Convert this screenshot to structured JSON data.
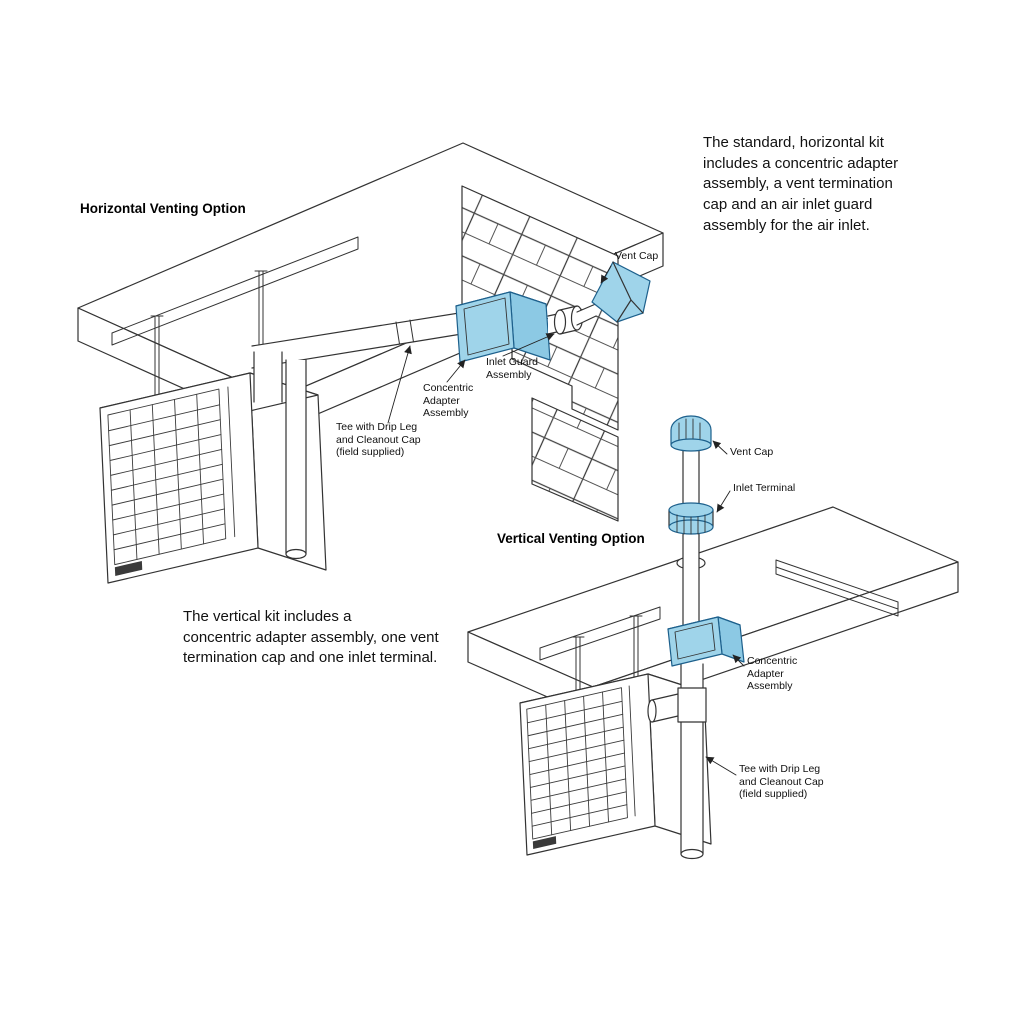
{
  "colors": {
    "accent_blue": "#9fd4ea",
    "accent_blue_dark": "#1d608c",
    "line_color": "#333333"
  },
  "horizontal_section": {
    "title": "Horizontal Venting Option",
    "description": "The standard, horizontal kit\nincludes a concentric adapter\nassembly, a vent termination\ncap and an air inlet guard\nassembly for the air inlet.",
    "labels": {
      "vent_cap": "Vent Cap",
      "inlet_guard": "Inlet Guard\nAssembly",
      "concentric_adapter": "Concentric\nAdapter\nAssembly",
      "tee": "Tee with Drip Leg\nand Cleanout Cap\n(field supplied)"
    }
  },
  "vertical_section": {
    "title": "Vertical Venting Option",
    "description": "The vertical kit includes a\nconcentric adapter assembly, one vent\ntermination cap and one inlet terminal.",
    "labels": {
      "vent_cap": "Vent Cap",
      "inlet_terminal": "Inlet Terminal",
      "concentric_adapter": "Concentric\nAdapter\nAssembly",
      "tee": "Tee with Drip Leg\nand Cleanout Cap\n(field supplied)"
    }
  }
}
